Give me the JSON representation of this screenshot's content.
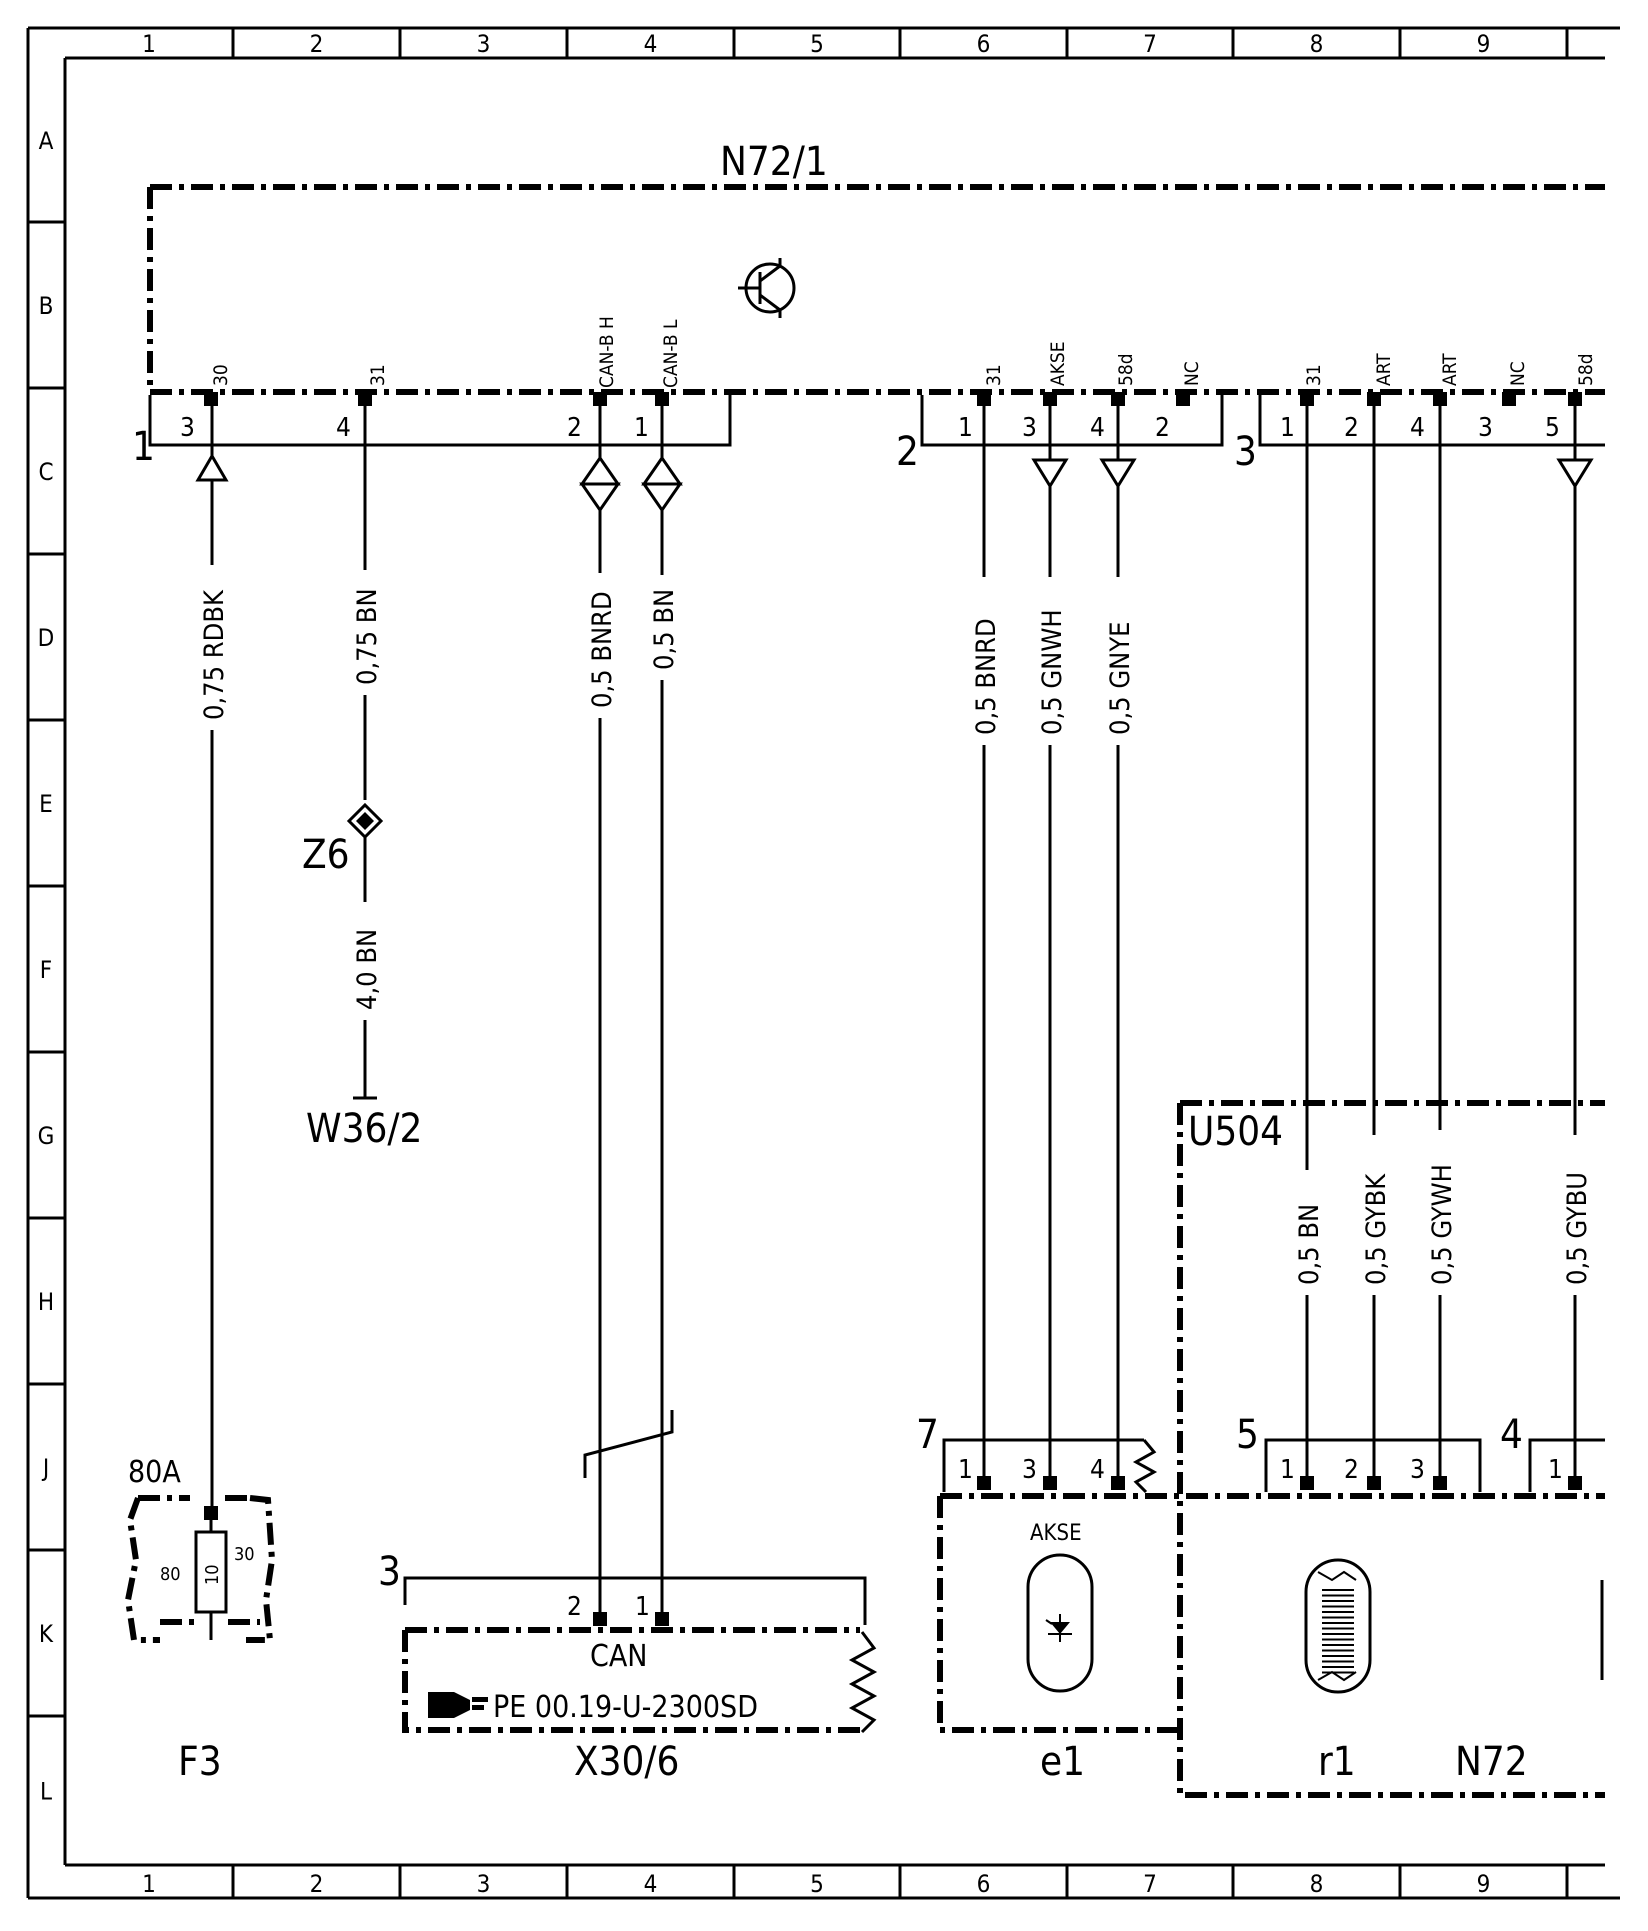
{
  "grid": {
    "columns": [
      "1",
      "2",
      "3",
      "4",
      "5",
      "6",
      "7",
      "8",
      "9"
    ],
    "rows": [
      "A",
      "B",
      "C",
      "D",
      "E",
      "F",
      "G",
      "H",
      "J",
      "K",
      "L"
    ]
  },
  "components": {
    "n72_1": "N72/1",
    "u504": "U504",
    "n72": "N72",
    "f3": "F3",
    "fuse_rating": "80A",
    "fuse_number": "10",
    "fuse_pin_80": "80",
    "fuse_pin_30": "30",
    "x30_6": "X30/6",
    "x30_6_title": "CAN",
    "x30_6_ref": "PE 00.19-U-2300SD",
    "e1": "e1",
    "e1_label": "AKSE",
    "r1": "r1",
    "z6": "Z6",
    "w36_2": "W36/2"
  },
  "connectors": {
    "c1": "1",
    "c2": "2",
    "c3": "3",
    "c7": "7",
    "c5": "5",
    "c4": "4",
    "x30": "3"
  },
  "pins": {
    "c1": [
      {
        "pin": "3",
        "signal": "30"
      },
      {
        "pin": "4",
        "signal": "31"
      },
      {
        "pin": "2",
        "signal": "CAN-B H"
      },
      {
        "pin": "1",
        "signal": "CAN-B L"
      }
    ],
    "c2": [
      {
        "pin": "1",
        "signal": "31"
      },
      {
        "pin": "3",
        "signal": "AKSE"
      },
      {
        "pin": "4",
        "signal": "58d"
      },
      {
        "pin": "2",
        "signal": "NC"
      }
    ],
    "c3": [
      {
        "pin": "1",
        "signal": "31"
      },
      {
        "pin": "2",
        "signal": "ART"
      },
      {
        "pin": "4",
        "signal": "ART"
      },
      {
        "pin": "3",
        "signal": "NC"
      },
      {
        "pin": "5",
        "signal": "58d"
      }
    ],
    "c7": [
      "1",
      "3",
      "4"
    ],
    "c5": [
      "1",
      "2",
      "3"
    ],
    "c4": [
      "1"
    ],
    "x30": [
      "2",
      "1"
    ]
  },
  "wires": {
    "w_30": "0,75 RDBK",
    "w_31": "0,75 BN",
    "w_31b": "4,0 BN",
    "w_canh": "0,5 BNRD",
    "w_canl": "0,5 BN",
    "w_c2_1": "0,5 BNRD",
    "w_c2_3": "0,5 GNWH",
    "w_c2_4": "0,5 GNYE",
    "w_c3_1": "0,5 BN",
    "w_c3_2": "0,5 GYBK",
    "w_c3_4": "0,5 GYWH",
    "w_c3_5": "0,5 GYBU"
  }
}
